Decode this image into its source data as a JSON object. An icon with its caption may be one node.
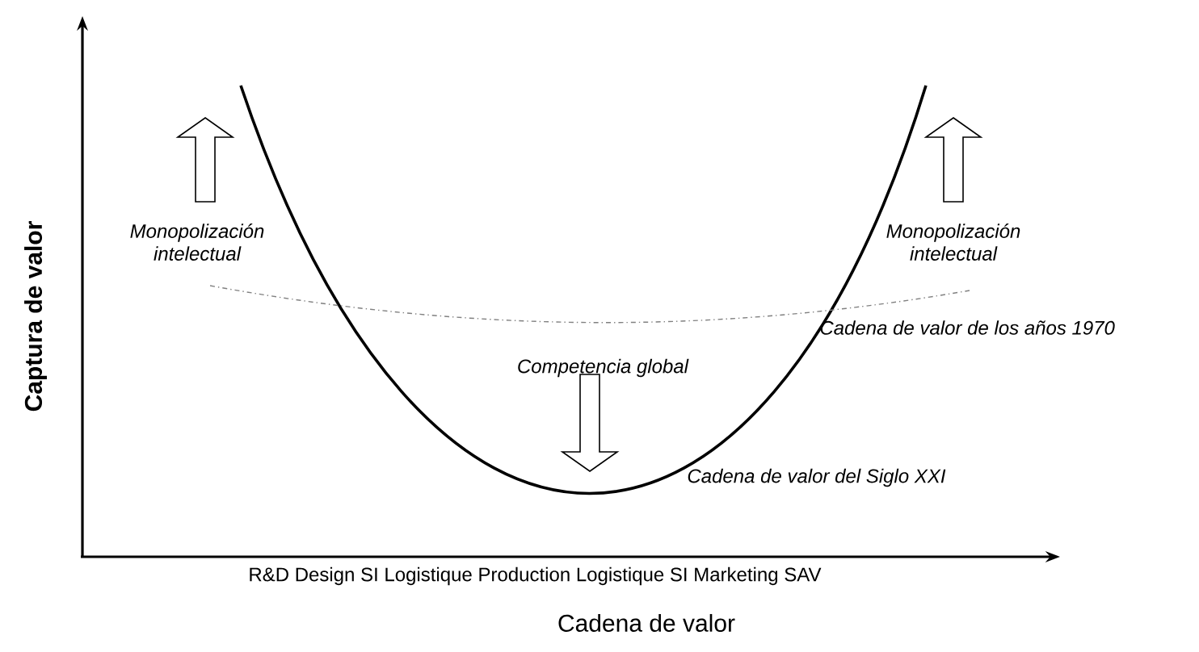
{
  "diagram": {
    "labels": [
      "Monopolización intelectual",
      "Monopolización intelectual",
      "Cadena de valor de los años 1970",
      "Competencia global",
      "Cadena de valor del Siglo XXI",
      "Captura de valor",
      "R&D Design  SI Logistique Production Logistique SI Marketing SAV",
      "Cadena de valor"
    ]
  }
}
